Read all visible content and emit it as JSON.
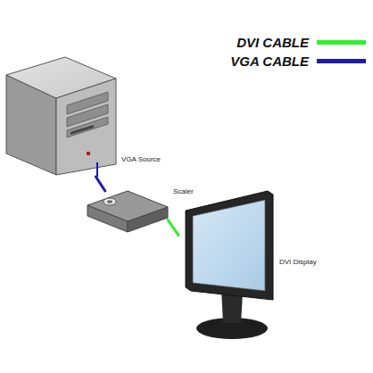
{
  "diagram": {
    "nodes": [
      {
        "text": [
          "VGA Source"
        ]
      },
      {
        "text": [
          "Scaler"
        ]
      },
      {
        "text": [
          "DVI Display"
        ]
      }
    ],
    "edges": [
      {
        "from": 0,
        "to": 1,
        "arrow": "none"
      },
      {
        "from": 1,
        "to": 2,
        "arrow": "none"
      }
    ],
    "legend": [
      {
        "text": "DVI CABLE",
        "color": "#33ee33"
      },
      {
        "text": "VGA CABLE",
        "color": "#1c1ca8"
      }
    ]
  }
}
